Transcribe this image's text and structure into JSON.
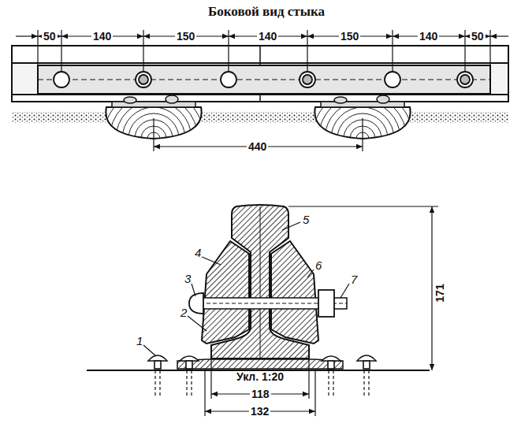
{
  "diagram": {
    "title": "Боковой вид стыка",
    "labels": [
      "50",
      "140",
      "150",
      "140",
      "150",
      "140",
      "50",
      "440",
      "1",
      "2",
      "3",
      "4",
      "5",
      "6",
      "7",
      "171",
      "Укл. 1:20",
      "118",
      "132"
    ]
  }
}
